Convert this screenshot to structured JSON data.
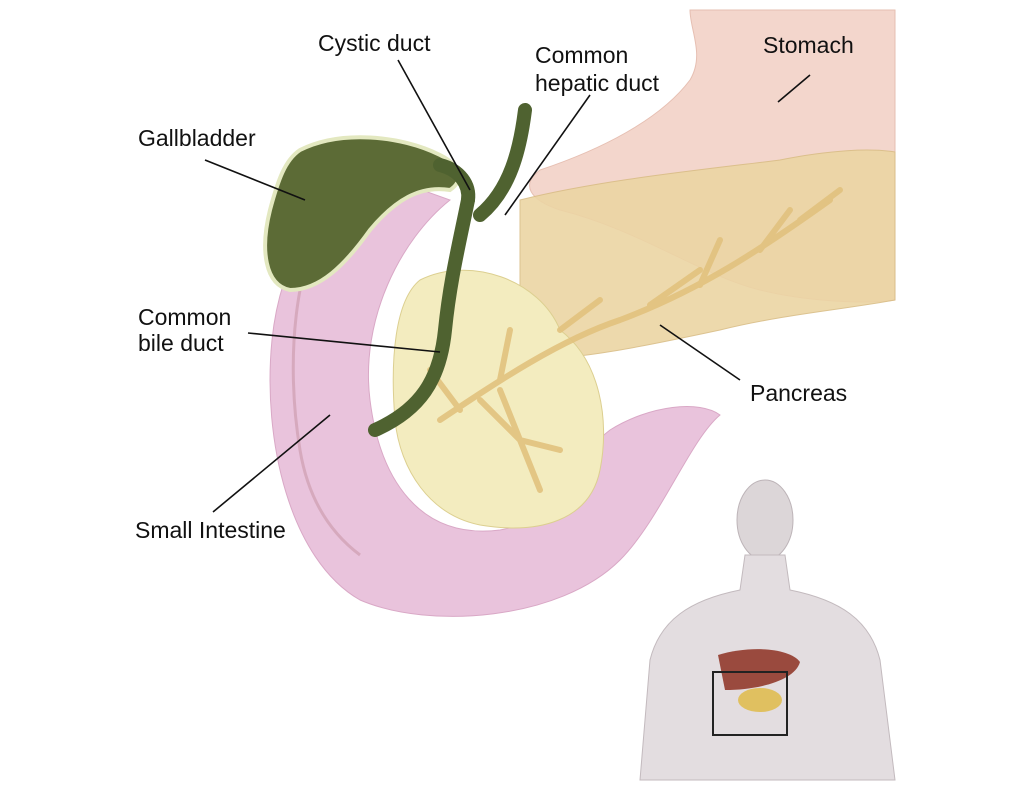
{
  "labels": {
    "cystic_duct": "Cystic duct",
    "common_hepatic_duct_1": "Common",
    "common_hepatic_duct_2": "hepatic duct",
    "stomach": "Stomach",
    "gallbladder": "Gallbladder",
    "common_bile_duct_1": "Common",
    "common_bile_duct_2": "bile duct",
    "pancreas": "Pancreas",
    "small_intestine": "Small Intestine"
  },
  "colors": {
    "stomach": "#f3d6cc",
    "pancreas": "#ecd5a4",
    "pancreas_head": "#f3ecbf",
    "intestine": "#e9c3dc",
    "gallbladder": "#5c6b36",
    "duct": "#4f6230",
    "body": "#dcd6d8"
  }
}
